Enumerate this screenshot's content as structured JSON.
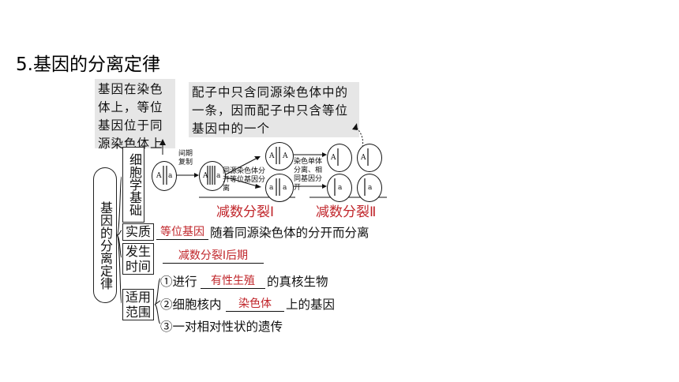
{
  "title": "5.基因的分离定律",
  "notes": {
    "left": "基因在染色体上，等位基因位于同源染色体上",
    "right": "配子中只含同源染色体中的一条，因而配子中只含等位基因中的一个"
  },
  "root_label": "基因的分离定律",
  "branches": {
    "basis": {
      "label": "细胞学基础",
      "step1": "间期复制",
      "step2": "同源染色体分开等位基因分离",
      "step3": "染色单体分离、相同基因分开",
      "meiosis1": "减数分裂Ⅰ",
      "meiosis2": "减数分裂Ⅱ",
      "alleles": {
        "dominant": "A",
        "recessive": "a"
      }
    },
    "essence": {
      "label": "实质",
      "answer": "等位基因",
      "text": "随着同源染色体的分开而分离"
    },
    "time": {
      "label": "发生时间",
      "answer": "减数分裂Ⅰ后期"
    },
    "scope": {
      "label": "适用范围",
      "item1_prefix": "①进行",
      "item1_answer": "有性生殖",
      "item1_suffix": "的真核生物",
      "item2_prefix": "②细胞核内",
      "item2_answer": "染色体",
      "item2_suffix": "上的基因",
      "item3": "③一对相对性状的遗传"
    }
  },
  "colors": {
    "answer": "#c0252a",
    "note_bg": "#e6e6e6"
  }
}
